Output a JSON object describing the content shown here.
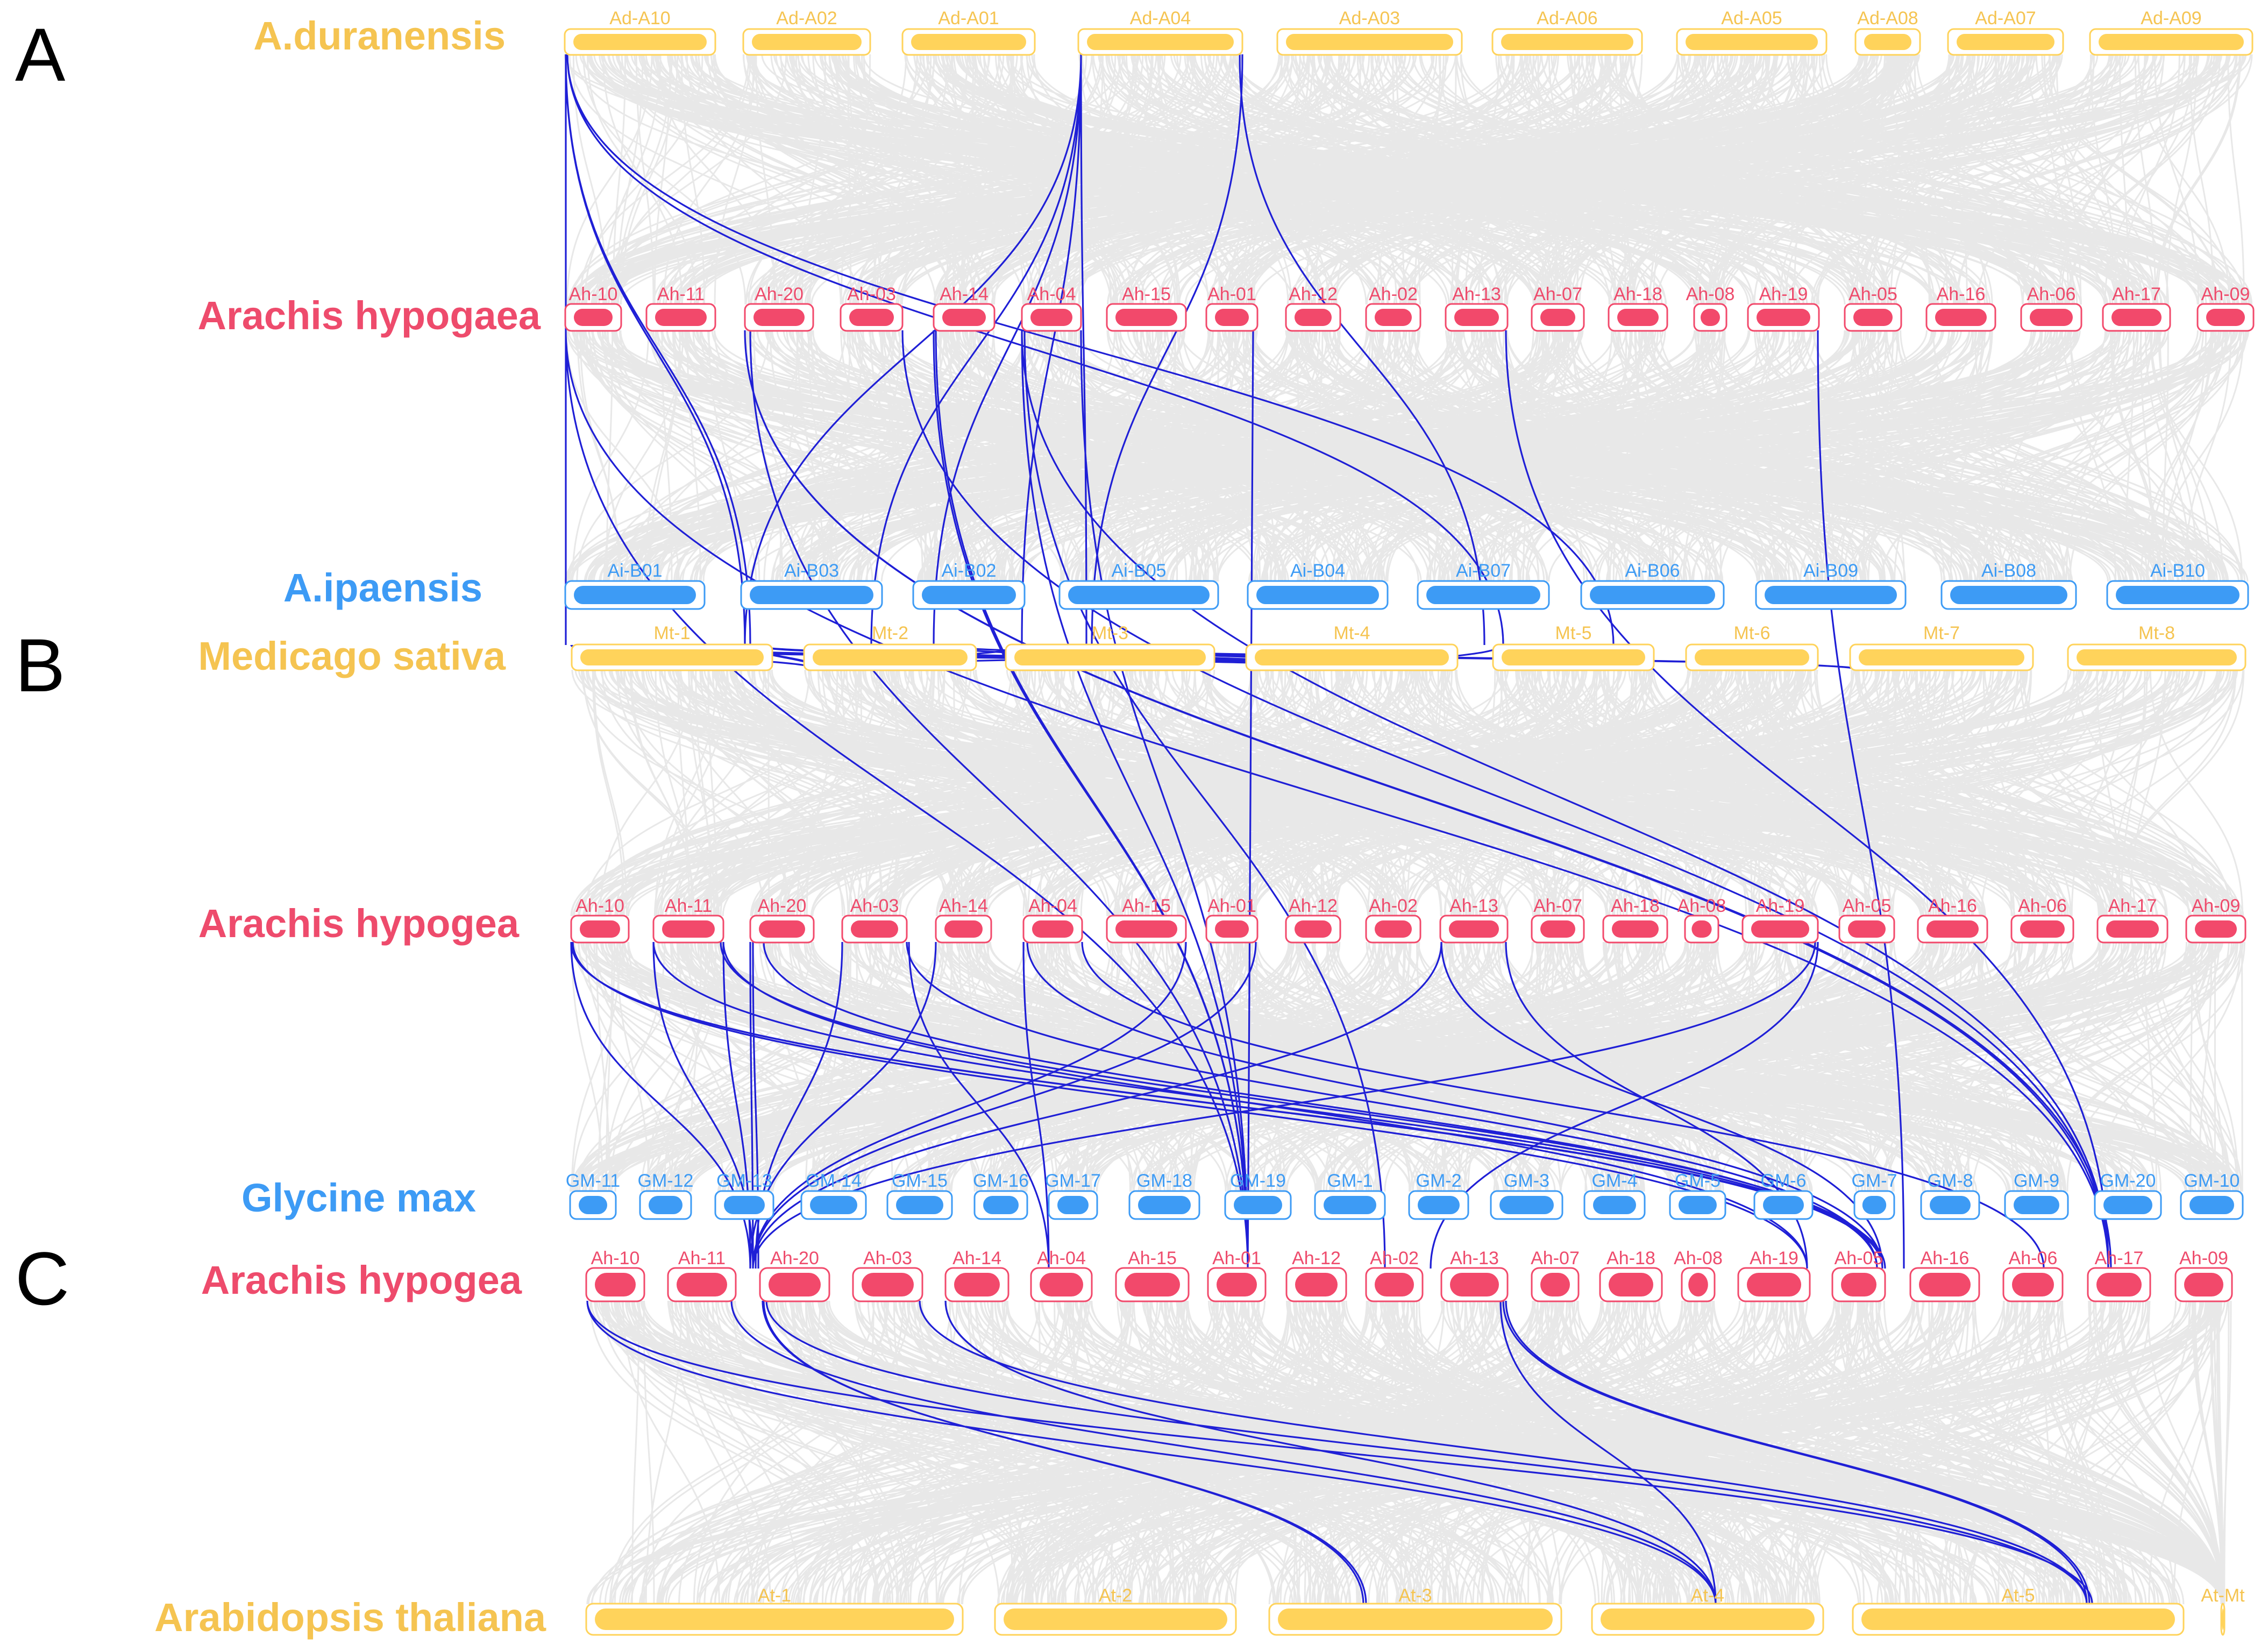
{
  "colors": {
    "yellow_fill": "#FFD35B",
    "yellow_label": "#F5C451",
    "red_fill": "#F2496B",
    "red_label": "#EE4B6C",
    "blue_fill": "#3D9BF5",
    "blue_label": "#3D9BF5",
    "grey_link": "#e6e6e6",
    "blue_link": "#1f1fd6"
  },
  "panels": [
    {
      "letter": "A",
      "tracks": [
        {
          "species": "A.duranensis",
          "color": "yellow",
          "chromosomes": [
            "Ad-A10",
            "Ad-A02",
            "Ad-A01",
            "Ad-A04",
            "Ad-A03",
            "Ad-A06",
            "Ad-A05",
            "Ad-A08",
            "Ad-A07",
            "Ad-A09"
          ]
        },
        {
          "species": "Arachis hypogaea",
          "color": "red",
          "chromosomes": [
            "Ah-10",
            "Ah-11",
            "Ah-20",
            "Ah-03",
            "Ah-14",
            "Ah-04",
            "Ah-15",
            "Ah-01",
            "Ah-12",
            "Ah-02",
            "Ah-13",
            "Ah-07",
            "Ah-18",
            "Ah-08",
            "Ah-19",
            "Ah-05",
            "Ah-16",
            "Ah-06",
            "Ah-17",
            "Ah-09"
          ]
        },
        {
          "species": "A.ipaensis",
          "color": "blue",
          "chromosomes": [
            "Ai-B01",
            "Ai-B03",
            "Ai-B02",
            "Ai-B05",
            "Ai-B04",
            "Ai-B07",
            "Ai-B06",
            "Ai-B09",
            "Ai-B08",
            "Ai-B10"
          ]
        }
      ]
    },
    {
      "letter": "B",
      "tracks": [
        {
          "species": "Medicago sativa",
          "color": "yellow",
          "chromosomes": [
            "Mt-1",
            "Mt-2",
            "Mt-3",
            "Mt-4",
            "Mt-5",
            "Mt-6",
            "Mt-7",
            "Mt-8"
          ]
        },
        {
          "species": "Arachis hypogea",
          "color": "red",
          "chromosomes": [
            "Ah-10",
            "Ah-11",
            "Ah-20",
            "Ah-03",
            "Ah-14",
            "Ah-04",
            "Ah-15",
            "Ah-01",
            "Ah-12",
            "Ah-02",
            "Ah-13",
            "Ah-07",
            "Ah-18",
            "Ah-08",
            "Ah-19",
            "Ah-05",
            "Ah-16",
            "Ah-06",
            "Ah-17",
            "Ah-09"
          ]
        },
        {
          "species": "Glycine max",
          "color": "blue",
          "chromosomes": [
            "GM-11",
            "GM-12",
            "GM-13",
            "GM-14",
            "GM-15",
            "GM-16",
            "GM-17",
            "GM-18",
            "GM-19",
            "GM-1",
            "GM-2",
            "GM-3",
            "GM-4",
            "GM-5",
            "GM-6",
            "GM-7",
            "GM-8",
            "GM-9",
            "GM-20",
            "GM-10"
          ]
        }
      ]
    },
    {
      "letter": "C",
      "tracks": [
        {
          "species": "Arachis hypogea",
          "color": "red",
          "chromosomes": [
            "Ah-10",
            "Ah-11",
            "Ah-20",
            "Ah-03",
            "Ah-14",
            "Ah-04",
            "Ah-15",
            "Ah-01",
            "Ah-12",
            "Ah-02",
            "Ah-13",
            "Ah-07",
            "Ah-18",
            "Ah-08",
            "Ah-19",
            "Ah-05",
            "Ah-16",
            "Ah-06",
            "Ah-17",
            "Ah-09"
          ]
        },
        {
          "species": "Arabidopsis thaliana",
          "color": "yellow",
          "chromosomes": [
            "At-1",
            "At-2",
            "At-3",
            "At-4",
            "At-5",
            "At-Mt"
          ]
        }
      ]
    }
  ]
}
